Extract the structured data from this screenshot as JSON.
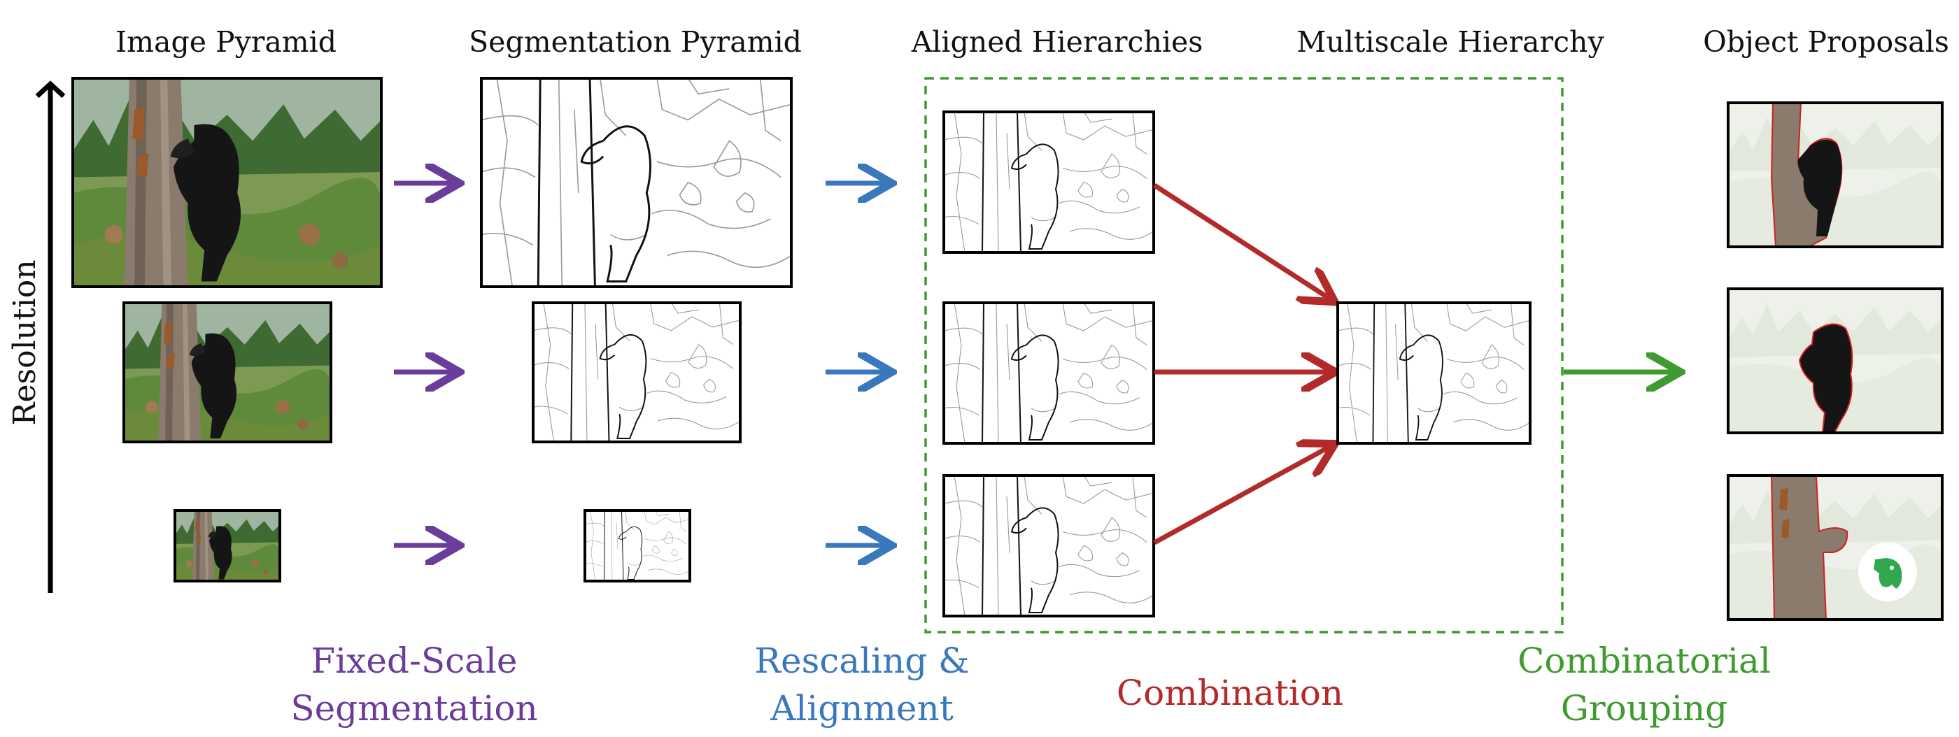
{
  "columns": {
    "image_pyramid": "Image Pyramid",
    "segmentation_pyramid": "Segmentation Pyramid",
    "aligned_hierarchies": "Aligned  Hierarchies",
    "multiscale_hierarchy": "Multiscale Hierarchy",
    "object_proposals": "Object Proposals"
  },
  "axis": {
    "label": "Resolution"
  },
  "stages": [
    {
      "key": "fixed",
      "lines": [
        "Fixed-Scale",
        "Segmentation"
      ],
      "color": "#6a3d9a"
    },
    {
      "key": "rescale",
      "lines": [
        "Rescaling &",
        "Alignment"
      ],
      "color": "#3a78be"
    },
    {
      "key": "combination",
      "lines": [
        "Combination"
      ],
      "color": "#b22a2a"
    },
    {
      "key": "grouping",
      "lines": [
        "Combinatorial",
        "Grouping"
      ],
      "color": "#3f9a2f"
    }
  ],
  "colors": {
    "purple_arrow": "#6a3d9a",
    "blue_arrow": "#3a78be",
    "red_arrow": "#b22a2a",
    "green_arrow": "#3f9a2f",
    "dashed_box": "#3f9a2f",
    "badge": "#2fa84f"
  },
  "icons": {
    "badge": "evernote-elephant-icon"
  }
}
